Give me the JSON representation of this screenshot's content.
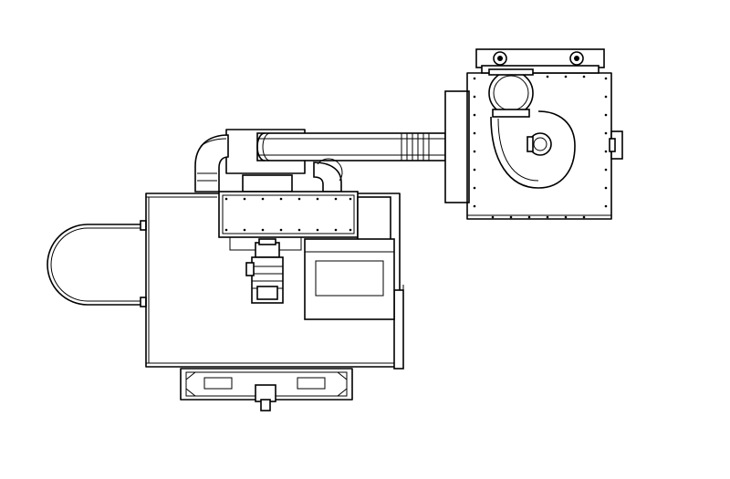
{
  "drawing": {
    "line_color": "#000000",
    "background_color": "#ffffff",
    "parts": [
      "main-housing",
      "dome-hood",
      "transfer-duct",
      "blower-box",
      "blower-fan",
      "motor",
      "control-panel",
      "base-frame"
    ]
  }
}
